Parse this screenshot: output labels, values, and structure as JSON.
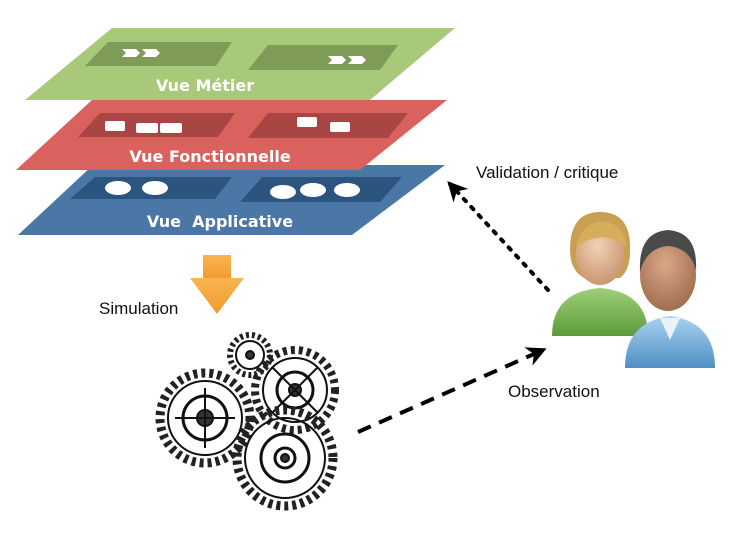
{
  "layers": [
    {
      "label": "Vue Métier",
      "color": "#a9c97a",
      "pad_color": "#7e9b57",
      "item_shape": "chevron-pair"
    },
    {
      "label": "Vue Fonctionnelle",
      "color": "#d9625e",
      "pad_color": "#a94542",
      "item_shape": "rectangle"
    },
    {
      "label": "Vue  Applicative",
      "color": "#4a77a6",
      "pad_color": "#2b557f",
      "item_shape": "oval"
    }
  ],
  "labels": {
    "simulation": "Simulation",
    "validation": "Validation / critique",
    "observation": "Observation"
  },
  "icons": {
    "simulation_arrow": "down-arrow-icon",
    "engine": "gears-icon",
    "users": "users-icon"
  },
  "colors": {
    "simulation_arrow": "#f5a33a",
    "connector": "#000000"
  }
}
